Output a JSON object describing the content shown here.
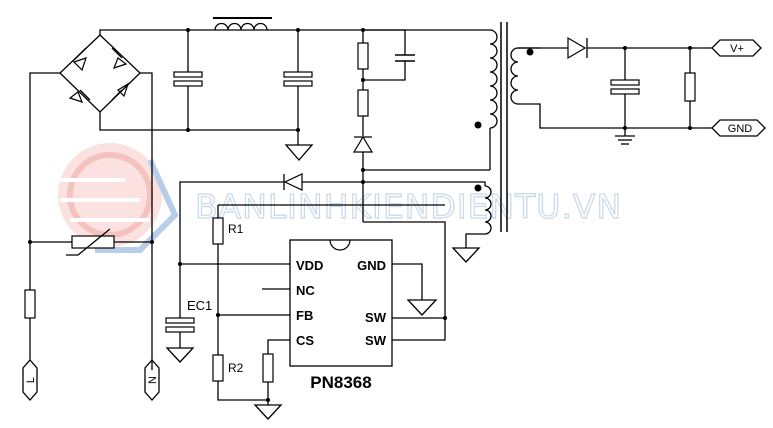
{
  "chip": {
    "part_number": "PN8368",
    "pins_left": [
      "VDD",
      "NC",
      "FB",
      "CS"
    ],
    "pins_right": [
      "GND",
      "SW",
      "SW"
    ]
  },
  "components": {
    "r1": "R1",
    "r2": "R2",
    "ec1": "EC1"
  },
  "connectors": {
    "line": "L",
    "neutral": "N",
    "out_positive": "V+",
    "out_ground": "GND"
  },
  "watermark": {
    "text": "BANLINHKIENDIENTU.VN",
    "colors": [
      "#e3564b",
      "#4a7fbf"
    ]
  },
  "colors": {
    "wire": "#000000",
    "background": "#ffffff"
  }
}
